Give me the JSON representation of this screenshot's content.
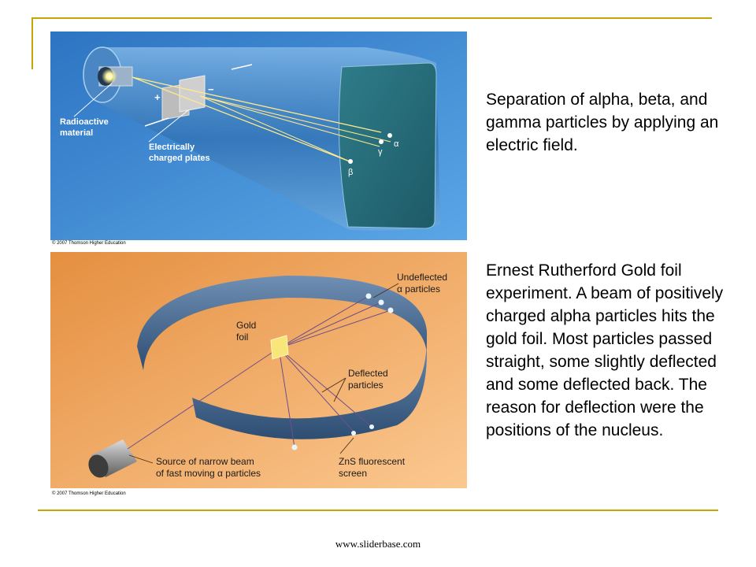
{
  "slide": {
    "caption_top": "Separation of alpha, beta, and gamma particles by applying an electric field.",
    "caption_bottom": "Ernest Rutherford Gold foil experiment.  A beam of positively charged alpha particles hits the gold foil. Most particles passed straight, some slightly deflected and some deflected back.  The reason for deflection were the positions of the nucleus.",
    "footer": "www.sliderbase.com"
  },
  "figure_top": {
    "label_radioactive_1": "Radioactive",
    "label_radioactive_2": "material",
    "label_plates_1": "Electrically",
    "label_plates_2": "charged plates",
    "plus": "+",
    "minus": "−",
    "alpha": "α",
    "beta": "β",
    "gamma": "γ",
    "credit": "© 2007 Thomson Higher Education"
  },
  "figure_bottom": {
    "label_undeflected_1": "Undeflected",
    "label_undeflected_2": "α particles",
    "label_gold_1": "Gold",
    "label_gold_2": "foil",
    "label_deflected_1": "Deflected",
    "label_deflected_2": "particles",
    "label_source_1": "Source of narrow beam",
    "label_source_2": "of fast moving α particles",
    "label_screen_1": "ZnS fluorescent",
    "label_screen_2": "screen",
    "credit": "© 2007 Thomson Higher Education"
  },
  "colors": {
    "rule": "#c8a400",
    "top_bg": "#3d8ad6",
    "bottom_bg": "#f0a860"
  }
}
